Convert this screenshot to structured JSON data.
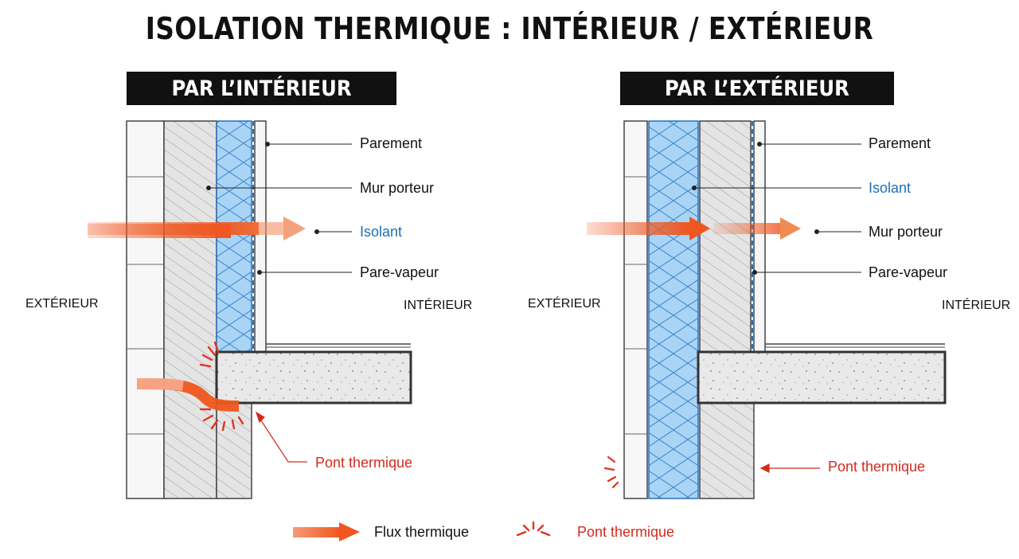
{
  "title": "ISOLATION THERMIQUE : INTÉRIEUR / EXTÉRIEUR",
  "left_panel": {
    "banner": "PAR L’INTÉRIEUR",
    "labels": {
      "parement": "Parement",
      "mur_porteur": "Mur porteur",
      "isolant": "Isolant",
      "pare_vapeur": "Pare-vapeur",
      "pont_thermique": "Pont thermique"
    },
    "side_exterieur": "EXTÉRIEUR",
    "side_interieur": "INTÉRIEUR"
  },
  "right_panel": {
    "banner": "PAR L’EXTÉRIEUR",
    "labels": {
      "parement": "Parement",
      "isolant": "Isolant",
      "mur_porteur": "Mur porteur",
      "pare_vapeur": "Pare-vapeur",
      "pont_thermique": "Pont thermique"
    },
    "side_exterieur": "EXTÉRIEUR",
    "side_interieur": "INTÉRIEUR"
  },
  "legend": {
    "flux": "Flux thermique",
    "pont": "Pont thermique"
  },
  "colors": {
    "insulation": "#a9d4f5",
    "insulation_line": "#3d86d0",
    "arrow": "#f0561e",
    "bridge": "#e0331f",
    "label_blue": "#1c6fb8",
    "label_red": "#d42a1c"
  }
}
